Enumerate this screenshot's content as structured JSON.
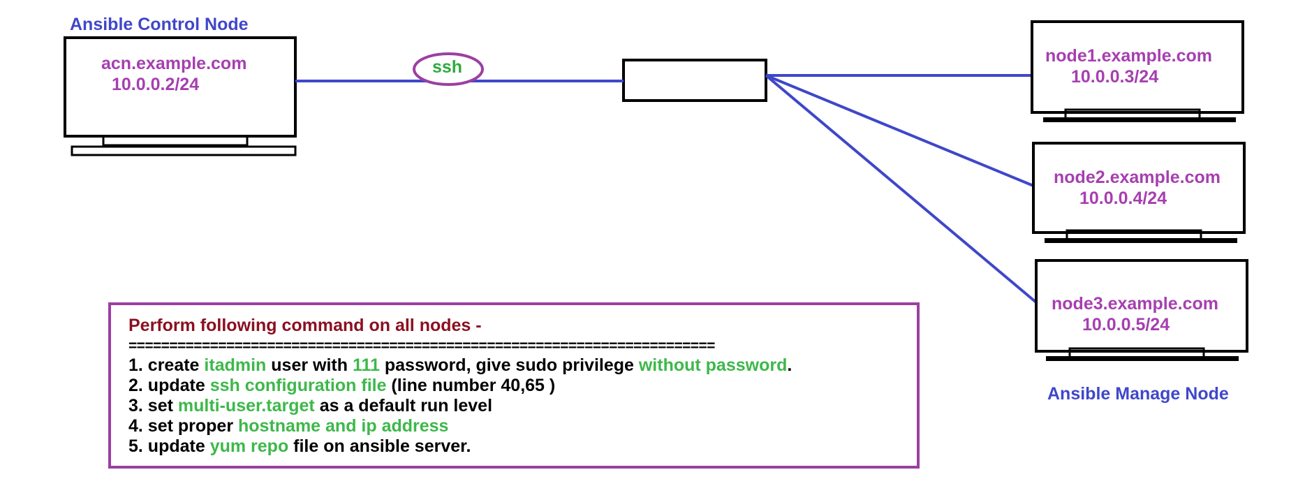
{
  "colors": {
    "heading": "#3f47c9",
    "host": "#a63fb0",
    "wire": "#3f47c9",
    "ssh_text": "#2faa3f",
    "ssh_ring": "#9b3fa3",
    "note_border": "#9b3fa3",
    "note_title": "#8b1020",
    "note_text": "#000000",
    "highlight": "#3db84a",
    "outline": "#000000"
  },
  "control_node": {
    "heading": "Ansible Control Node",
    "hostname": "acn.example.com",
    "ip": "10.0.0.2/24"
  },
  "link": {
    "protocol": "ssh"
  },
  "managed_nodes": {
    "heading": "Ansible Manage Node",
    "nodes": [
      {
        "hostname": "node1.example.com",
        "ip": "10.0.0.3/24"
      },
      {
        "hostname": "node2.example.com",
        "ip": "10.0.0.4/24"
      },
      {
        "hostname": "node3.example.com",
        "ip": "10.0.0.5/24"
      }
    ]
  },
  "instructions": {
    "title": "Perform following command on all nodes -",
    "rule": "========================================================================",
    "steps": [
      [
        {
          "text": "1. create ",
          "hl": false
        },
        {
          "text": "itadmin",
          "hl": true
        },
        {
          "text": " user with ",
          "hl": false
        },
        {
          "text": "111",
          "hl": true
        },
        {
          "text": " password, give sudo privilege ",
          "hl": false
        },
        {
          "text": "without password",
          "hl": true
        },
        {
          "text": ".",
          "hl": false
        }
      ],
      [
        {
          "text": "2. update ",
          "hl": false
        },
        {
          "text": "ssh configuration file",
          "hl": true
        },
        {
          "text": " (line number 40,65 )",
          "hl": false
        }
      ],
      [
        {
          "text": "3. set ",
          "hl": false
        },
        {
          "text": "multi-user.target",
          "hl": true
        },
        {
          "text": " as a default run level",
          "hl": false
        }
      ],
      [
        {
          "text": "4. set proper ",
          "hl": false
        },
        {
          "text": "hostname and ip address",
          "hl": true
        }
      ],
      [
        {
          "text": "5. update ",
          "hl": false
        },
        {
          "text": "yum repo",
          "hl": true
        },
        {
          "text": " file on ansible server.",
          "hl": false
        }
      ]
    ]
  }
}
